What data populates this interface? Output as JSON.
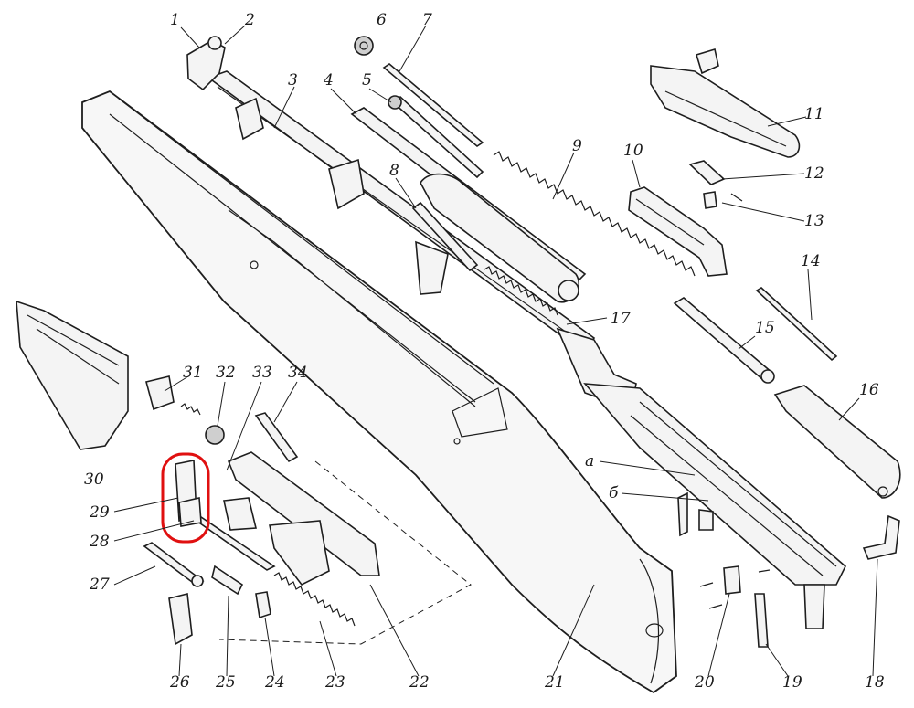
{
  "diagram": {
    "part_numbers": {
      "p1": "1",
      "p2": "2",
      "p3": "3",
      "p4": "4",
      "p5": "5",
      "p6": "6",
      "p7": "7",
      "p8": "8",
      "p9": "9",
      "p10": "10",
      "p11": "11",
      "p12": "12",
      "p13": "13",
      "p14": "14",
      "p15": "15",
      "p16": "16",
      "p17": "17",
      "p18": "18",
      "p19": "19",
      "p20": "20",
      "p21": "21",
      "p22": "22",
      "p23": "23",
      "p24": "24",
      "p25": "25",
      "p26": "26",
      "p27": "27",
      "p28": "28",
      "p29": "29",
      "p30": "30",
      "p31": "31",
      "p32": "32",
      "p33": "33",
      "p34": "34"
    },
    "callout_letters": {
      "a": "а",
      "b": "б"
    },
    "highlight_color": "#e01010"
  }
}
